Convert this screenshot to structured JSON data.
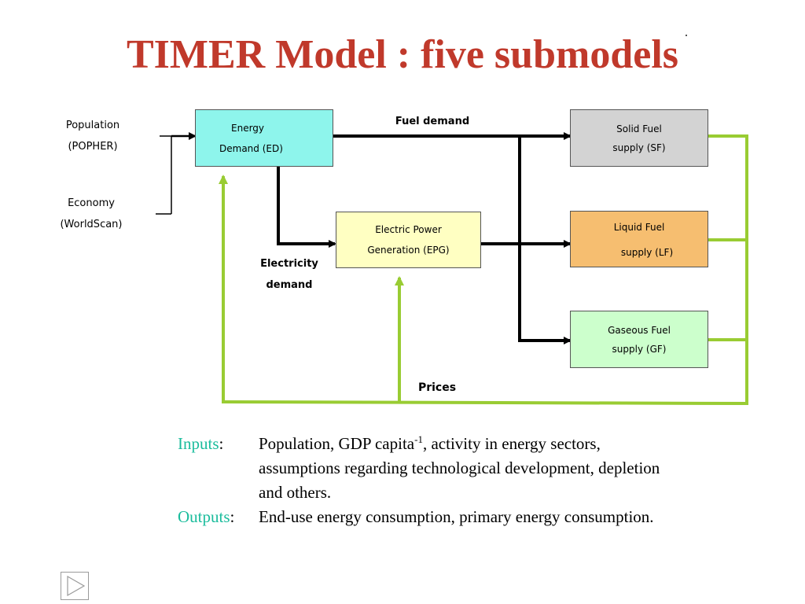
{
  "title": "TIMER Model : five submodels",
  "inputs_labels": {
    "population": "Population",
    "popher": "(POPHER)",
    "economy": "Economy",
    "worldscan": "(WorldScan)"
  },
  "boxes": {
    "ed": {
      "line1": "Energy",
      "line2": "Demand (ED)",
      "color": "#8ef5ec"
    },
    "epg": {
      "line1": "Electric Power",
      "line2": "Generation (EPG)",
      "color": "#ffffc2"
    },
    "sf": {
      "line1": "Solid Fuel",
      "line2": "supply (SF)",
      "color": "#d3d3d3"
    },
    "lf": {
      "line1": "Liquid Fuel",
      "line2": "supply (LF)",
      "color": "#f6be70"
    },
    "gf": {
      "line1": "Gaseous Fuel",
      "line2": "supply (GF)",
      "color": "#ccffcc"
    }
  },
  "edge_labels": {
    "fuel_demand": "Fuel demand",
    "electricity_line1": "Electricity",
    "electricity_line2": "demand",
    "prices": "Prices"
  },
  "io": {
    "inputs_label": "Inputs",
    "inputs_text_pre": "Population, GDP capita",
    "inputs_sup": "-1",
    "inputs_text_post": ", activity in energy sectors, assumptions regarding technological development, depletion and others.",
    "outputs_label": "Outputs",
    "outputs_text": "End-use energy consumption, primary energy consumption."
  },
  "colors": {
    "title": "#c0392b",
    "feedback_line": "#99cc33",
    "flow_line": "#000000",
    "io_label": "#1abc9c"
  },
  "nav": {
    "icon": "play-triangle-icon"
  }
}
